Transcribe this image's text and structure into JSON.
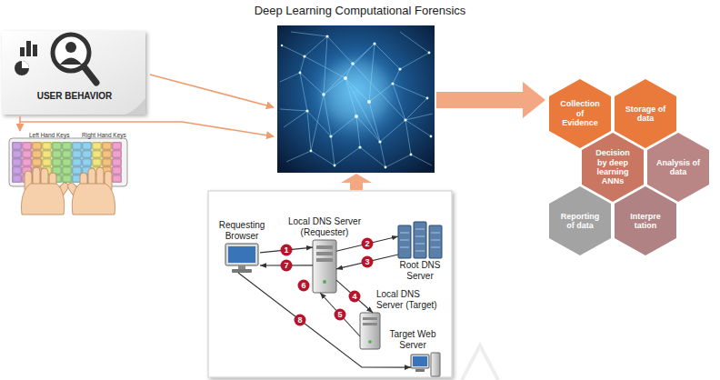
{
  "diagram": {
    "title": "Deep Learning Computational Forensics",
    "nodes": [
      {
        "text": [
          "USER BEHAVIOR"
        ]
      },
      {
        "text": [
          "Collection of Evidence"
        ]
      },
      {
        "text": [
          "Storage of data"
        ]
      },
      {
        "text": [
          "Decision by deep learning ANNs"
        ]
      },
      {
        "text": [
          "Analysis of data"
        ]
      },
      {
        "text": [
          "Reporting of data"
        ]
      },
      {
        "text": [
          "Interpre tation"
        ]
      },
      {
        "text": [
          "Requesting Browser"
        ]
      },
      {
        "text": [
          "Local DNS Server (Requester)"
        ]
      },
      {
        "text": [
          "Root DNS Server"
        ]
      },
      {
        "text": [
          "Local DNS Server (Target)"
        ]
      },
      {
        "text": [
          "Target Web Server"
        ]
      }
    ],
    "edges": [
      {
        "from": 7,
        "to": 8,
        "label": "1",
        "arrow": "to"
      },
      {
        "from": 8,
        "to": 9,
        "label": "2",
        "arrow": "to"
      },
      {
        "from": 9,
        "to": 8,
        "label": "3",
        "arrow": "to"
      },
      {
        "from": 8,
        "to": 10,
        "label": "4",
        "arrow": "to"
      },
      {
        "from": 10,
        "to": 8,
        "label": "5",
        "arrow": "to"
      },
      {
        "from": 8,
        "to": 7,
        "label": "7",
        "arrow": "to"
      },
      {
        "from": 7,
        "to": 11,
        "label": "8",
        "arrow": "to"
      }
    ],
    "labels": [
      "Left Hand Keys",
      "Right Hand Keys",
      "6"
    ]
  }
}
